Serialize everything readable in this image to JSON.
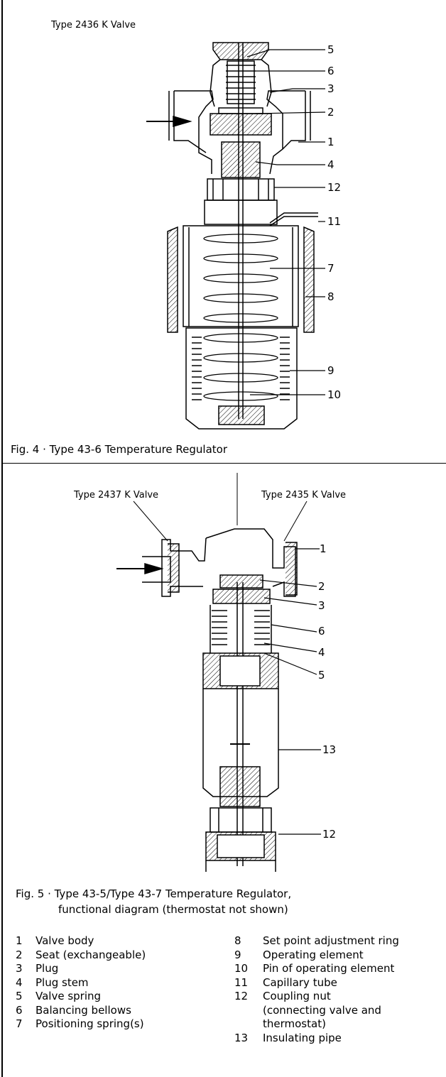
{
  "fig4": {
    "valve_label": "Type 2436 K Valve",
    "caption": "Fig. 4 · Type 43-6 Temperature Regulator",
    "callouts": [
      "5",
      "6",
      "3",
      "2",
      "1",
      "4",
      "12",
      "11",
      "7",
      "8",
      "9",
      "10"
    ]
  },
  "fig5": {
    "left_valve_label": "Type 2437 K Valve",
    "right_valve_label": "Type 2435 K Valve",
    "caption_line1": "Fig. 5 · Type 43-5/Type 43-7 Temperature Regulator,",
    "caption_line2": "functional diagram (thermostat not shown)",
    "callouts": [
      "1",
      "2",
      "3",
      "6",
      "4",
      "5",
      "13",
      "12"
    ]
  },
  "legend": {
    "left": [
      {
        "n": "1",
        "text": "Valve body"
      },
      {
        "n": "2",
        "text": "Seat (exchangeable)"
      },
      {
        "n": "3",
        "text": "Plug"
      },
      {
        "n": "4",
        "text": "Plug stem"
      },
      {
        "n": "5",
        "text": "Valve spring"
      },
      {
        "n": "6",
        "text": "Balancing bellows"
      },
      {
        "n": "7",
        "text": "Positioning spring(s)"
      }
    ],
    "right": [
      {
        "n": "8",
        "text": "Set point adjustment ring"
      },
      {
        "n": "9",
        "text": "Operating element"
      },
      {
        "n": "10",
        "text": "Pin of operating element"
      },
      {
        "n": "11",
        "text": "Capillary tube"
      },
      {
        "n": "12",
        "text": "Coupling nut"
      },
      {
        "n": "",
        "text": "(connecting valve and"
      },
      {
        "n": "",
        "text": "thermostat)"
      },
      {
        "n": "13",
        "text": "Insulating pipe"
      }
    ]
  }
}
